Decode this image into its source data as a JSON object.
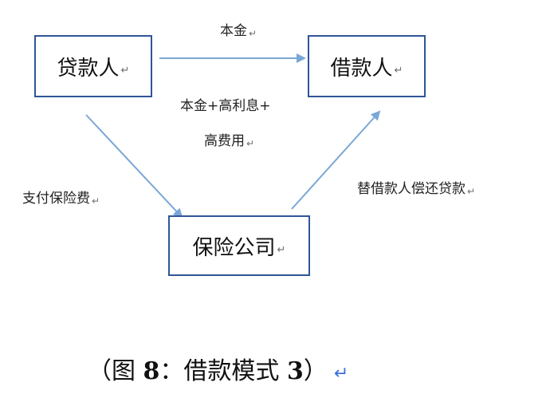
{
  "nodes": {
    "lender": "贷款人",
    "borrower": "借款人",
    "insurer": "保险公司"
  },
  "edges": {
    "lender_to_borrower": "本金",
    "borrower_to_lender_line1": "本金+高利息+",
    "borrower_to_lender_line2": "高费用",
    "lender_to_insurer": "支付保险费",
    "insurer_to_borrower": "替借款人偿还贷款"
  },
  "caption": {
    "prefix": "（图 ",
    "number": "8",
    "text": "：借款模式 ",
    "mode_number": "3",
    "suffix": "）"
  },
  "marks": {
    "paragraph": "↵"
  },
  "colors": {
    "box_border": "#2f5597",
    "arrow": "#7aa7d6"
  }
}
